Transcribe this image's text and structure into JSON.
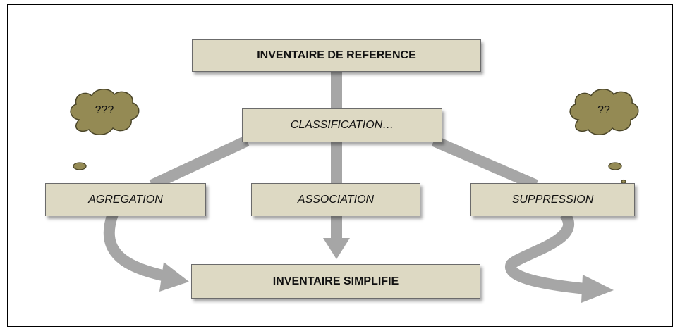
{
  "diagram": {
    "source": "INVENTAIRE DE REFERENCE",
    "step": "CLASSIFICATION…",
    "branches": [
      "AGREGATION",
      "ASSOCIATION",
      "SUPPRESSION"
    ],
    "target": "INVENTAIRE SIMPLIFIE",
    "thoughts": [
      "???",
      "??"
    ]
  },
  "colors": {
    "box_fill": "#ddd9c3",
    "arrow": "#a6a6a6",
    "cloud_fill": "#948a54",
    "cloud_stroke": "#4a4528"
  }
}
